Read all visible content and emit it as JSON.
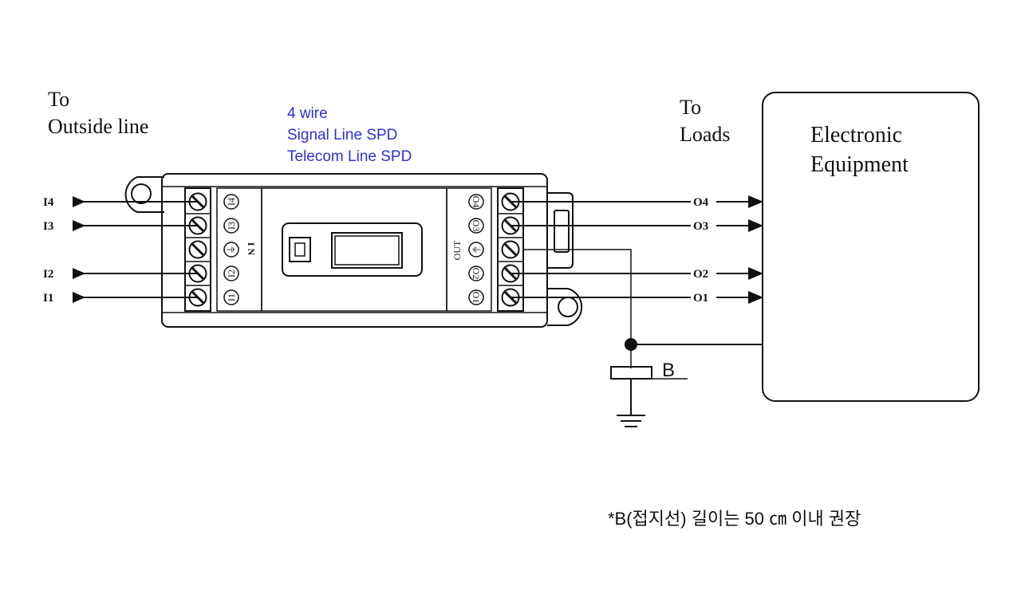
{
  "labels": {
    "left_title_line1": "To",
    "left_title_line2": "Outside line",
    "right_title_line1": "To",
    "right_title_line2": "Loads",
    "product_line1": "4 wire",
    "product_line2": "Signal Line SPD",
    "product_line3": "Telecom Line SPD",
    "equipment_line1": "Electronic",
    "equipment_line2": "Equipment",
    "ground_label": "B",
    "footnote": "*B(접지선) 길이는 50 ㎝ 이내 권장",
    "in_label": "I N",
    "out_label": "OUT"
  },
  "inputs": [
    "I4",
    "I3",
    "I2",
    "I1"
  ],
  "outputs": [
    "O4",
    "O3",
    "O2",
    "O1"
  ],
  "in_terminals": [
    "I4",
    "I3",
    "⏚",
    "I2",
    "I1"
  ],
  "out_terminals": [
    "O4",
    "O3",
    "⏚",
    "O2",
    "O1"
  ],
  "colors": {
    "product_text": "#2f2fd8",
    "lines": "#111111"
  }
}
